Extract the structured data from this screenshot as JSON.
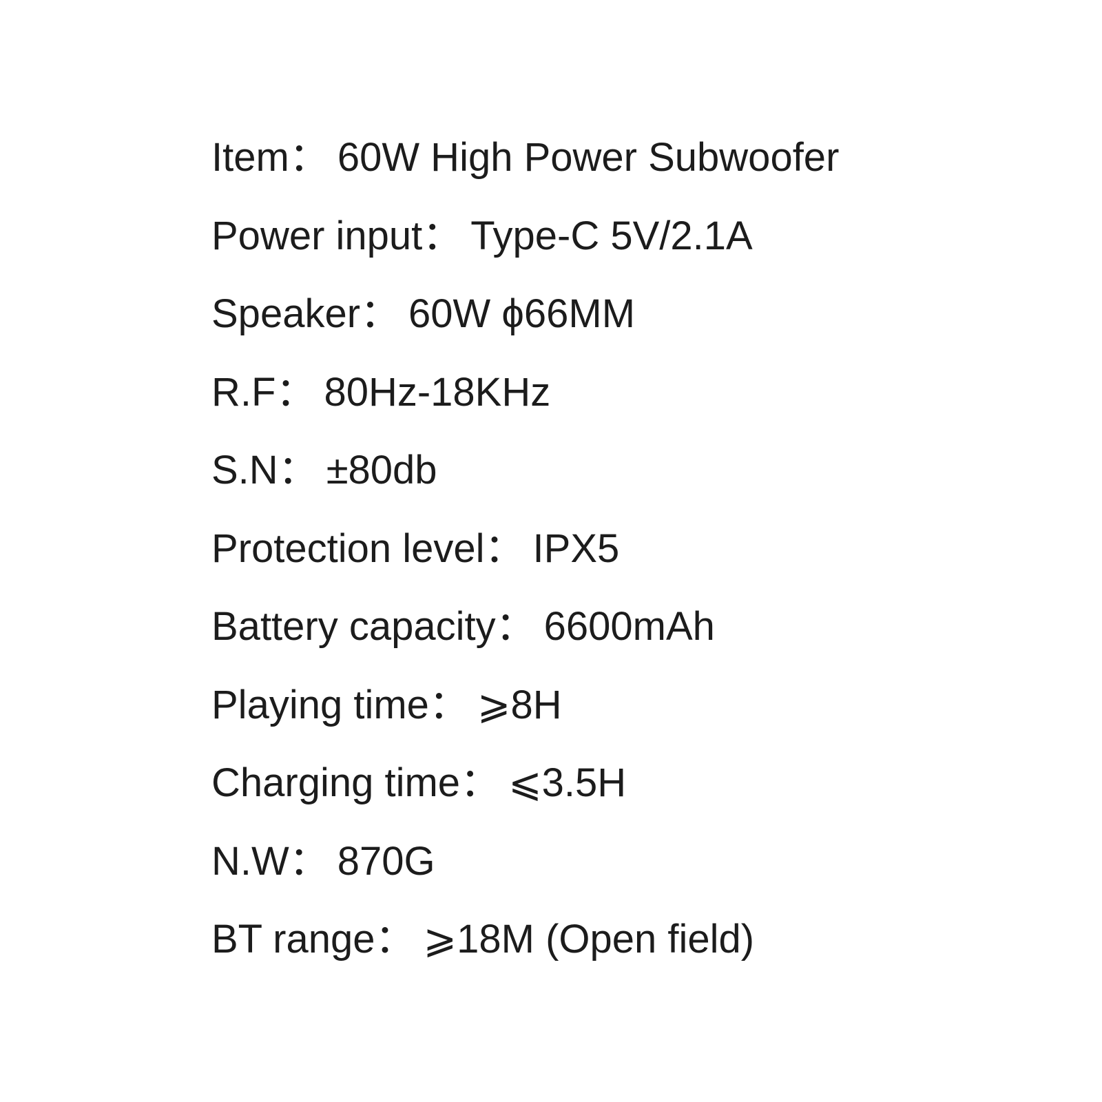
{
  "specs": [
    {
      "label": "Item",
      "value": "60W High Power Subwoofer"
    },
    {
      "label": "Power input",
      "value": "Type-C 5V/2.1A"
    },
    {
      "label": "Speaker",
      "value": "60W ϕ66MM"
    },
    {
      "label": "R.F",
      "value": "80Hz-18KHz"
    },
    {
      "label": "S.N",
      "value": "±80db"
    },
    {
      "label": "Protection level",
      "value": "IPX5"
    },
    {
      "label": "Battery capacity",
      "value": "6600mAh"
    },
    {
      "label": "Playing time",
      "value": "⩾8H"
    },
    {
      "label": "Charging time",
      "value": "⩽3.5H"
    },
    {
      "label": "N.W",
      "value": "870G"
    },
    {
      "label": "BT range",
      "value": "⩾18M (Open field)"
    }
  ],
  "separator": "："
}
